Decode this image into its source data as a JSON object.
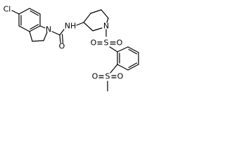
{
  "molecule": {
    "atoms": {
      "cl": "Cl",
      "n_indoline": "N",
      "o_amide": "O",
      "nh_amide": "NH",
      "n_piperidine": "N",
      "s_sulfonamide": "S",
      "o_sulfonamide_top": "O",
      "o_sulfonamide_bottom": "O",
      "s_sulfone": "S",
      "o_sulfone_left": "O",
      "o_sulfone_right": "O"
    }
  }
}
